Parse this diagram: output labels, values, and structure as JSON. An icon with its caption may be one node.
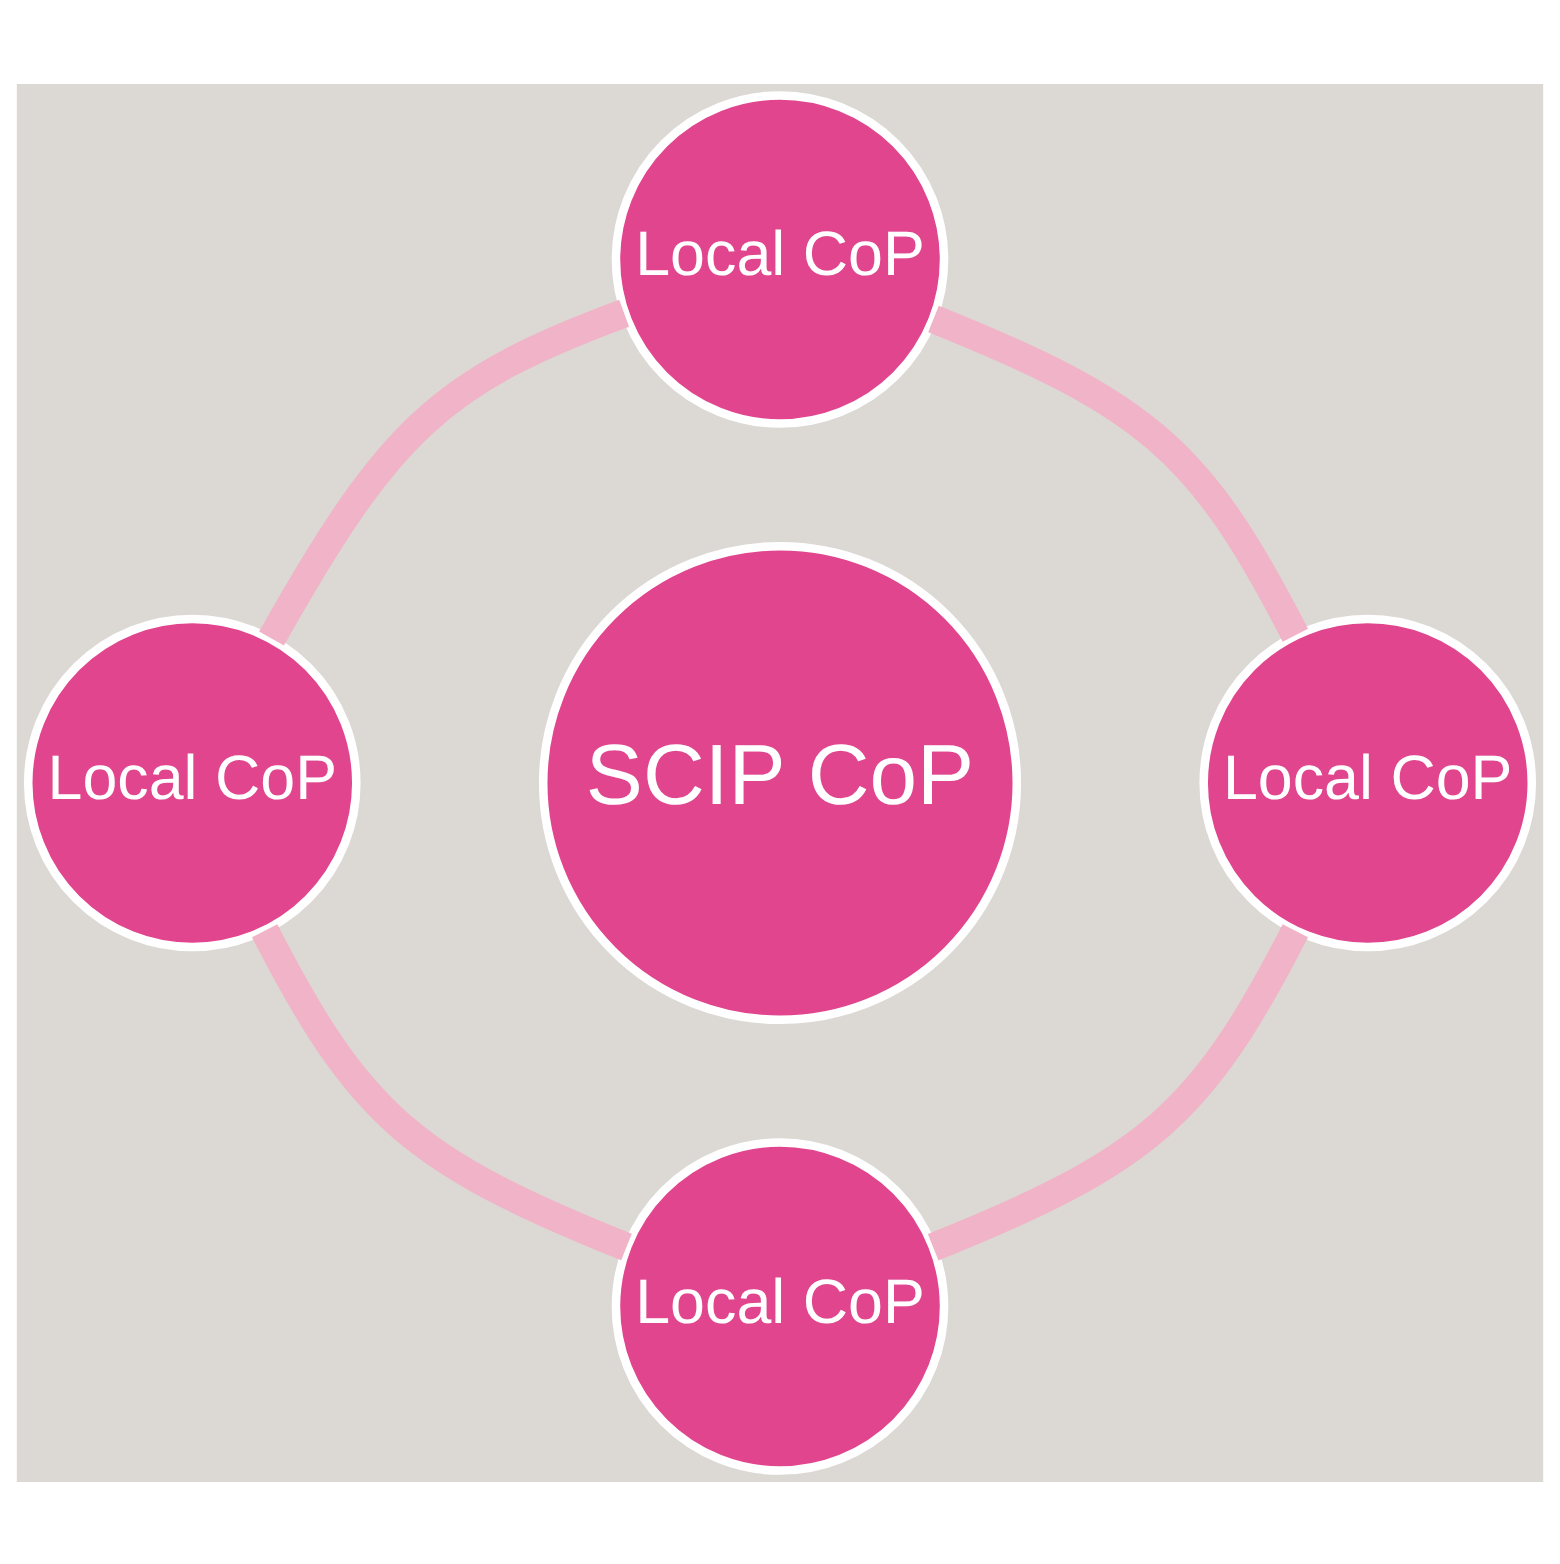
{
  "diagram": {
    "nodes": [
      {
        "text": [
          "Local CoP"
        ]
      },
      {
        "text": [
          "Local CoP"
        ]
      },
      {
        "text": [
          "SCIP CoP"
        ]
      },
      {
        "text": [
          "Local CoP"
        ]
      },
      {
        "text": [
          "Local CoP"
        ]
      }
    ],
    "edges": [
      {
        "from": 0,
        "to": 3,
        "arrow": "none",
        "color": "#f0b3c8"
      },
      {
        "from": 3,
        "to": 4,
        "arrow": "none",
        "color": "#f0b3c8"
      },
      {
        "from": 4,
        "to": 1,
        "arrow": "none",
        "color": "#f0b3c8"
      },
      {
        "from": 1,
        "to": 0,
        "arrow": "none",
        "color": "#f0b3c8"
      }
    ]
  }
}
